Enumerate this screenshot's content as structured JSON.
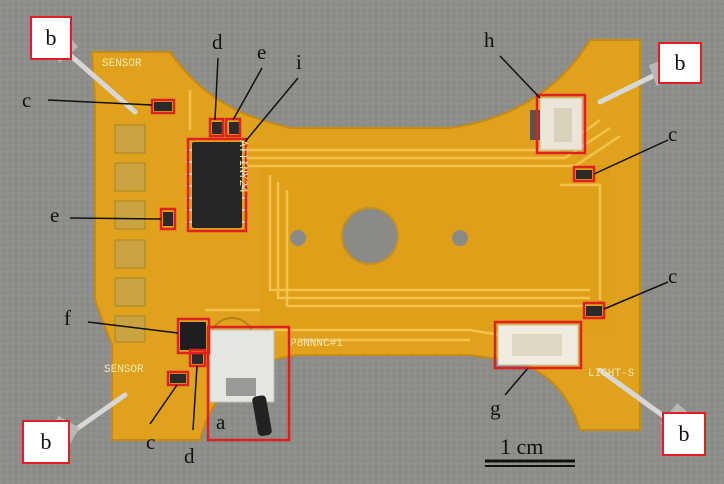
{
  "labels": {
    "a": "a",
    "b": "b",
    "c": "c",
    "d": "d",
    "e": "e",
    "f": "f",
    "g": "g",
    "h": "h",
    "i": "i"
  },
  "scale_bar": {
    "label": "1 cm"
  },
  "silkscreen": {
    "sensor_top": "SENSOR",
    "chip": "ATTINY24",
    "board_id": "P8NNNC#1",
    "sensor_bottom": "SENSOR",
    "light": "LIGHT-S"
  },
  "colors": {
    "annotation_box": "#e02020",
    "pcb": "#e0a21c",
    "background": "#8f8f8c"
  }
}
